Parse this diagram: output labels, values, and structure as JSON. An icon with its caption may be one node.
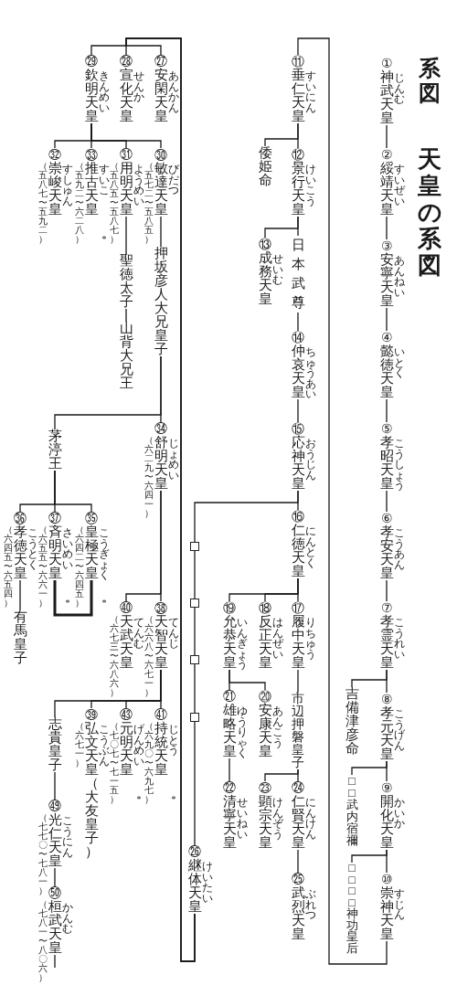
{
  "diagram": {
    "title": "天皇の系図",
    "nodes": [
      {
        "text": [
          "①",
          "神武天皇",
          "じんむ"
        ]
      },
      {
        "text": [
          "②",
          "綏靖天皇",
          "すいぜい"
        ]
      },
      {
        "text": [
          "③",
          "安寧天皇",
          "あんねい"
        ]
      },
      {
        "text": [
          "④",
          "懿徳天皇",
          "いとく"
        ]
      },
      {
        "text": [
          "⑤",
          "孝昭天皇",
          "こうしょう"
        ]
      },
      {
        "text": [
          "⑥",
          "孝安天皇",
          "こうあん"
        ]
      },
      {
        "text": [
          "⑦",
          "孝霊天皇",
          "こうれい"
        ]
      },
      {
        "text": [
          "吉備津彦命"
        ]
      },
      {
        "text": [
          "⑧",
          "孝元天皇",
          "こうげん"
        ]
      },
      {
        "text": [
          "⑨",
          "開化天皇",
          "かいか"
        ]
      },
      {
        "text": [
          "□□武内宿禰"
        ]
      },
      {
        "text": [
          "⑩",
          "崇神天皇",
          "すじん"
        ]
      },
      {
        "text": [
          "□□□□神功皇后"
        ]
      },
      {
        "text": [
          "⑪",
          "垂仁天皇",
          "すいにん"
        ]
      },
      {
        "text": [
          "倭姫命"
        ]
      },
      {
        "text": [
          "⑫",
          "景行天皇",
          "けいこう"
        ]
      },
      {
        "text": [
          "⑬",
          "成務天皇",
          "せいむ"
        ]
      },
      {
        "text": [
          "日本武尊"
        ]
      },
      {
        "text": [
          "⑭",
          "仲哀天皇",
          "ちゅうあい"
        ]
      },
      {
        "text": [
          "⑮",
          "応神天皇",
          "おうじん"
        ]
      },
      {
        "text": [
          "⑯",
          "仁徳天皇",
          "にんとく"
        ]
      },
      {
        "text": [
          "⑰",
          "履中天皇",
          "りちゅう"
        ]
      },
      {
        "text": [
          "⑱",
          "反正天皇",
          "はんぜい"
        ]
      },
      {
        "text": [
          "⑲",
          "允恭天皇",
          "いんぎょう"
        ]
      },
      {
        "text": [
          "市辺押磐皇子"
        ]
      },
      {
        "text": [
          "⑳",
          "安康天皇",
          "あんこう"
        ]
      },
      {
        "text": [
          "㉑",
          "雄略天皇",
          "ゆうりゃく"
        ]
      },
      {
        "text": [
          "㉓",
          "顕宗天皇",
          "けんぞう"
        ]
      },
      {
        "text": [
          "㉔",
          "仁賢天皇",
          "にんけん"
        ]
      },
      {
        "text": [
          "㉒",
          "清寧天皇",
          "せいねい"
        ]
      },
      {
        "text": [
          "㉕",
          "武烈天皇",
          "ぶれつ"
        ]
      },
      {
        "text": [],
        "shape": "box"
      },
      {
        "text": [],
        "shape": "box"
      },
      {
        "text": [],
        "shape": "box"
      },
      {
        "text": [],
        "shape": "box"
      },
      {
        "text": [
          "㉖",
          "継体天皇",
          "けいたい"
        ]
      },
      {
        "text": [
          "㉗",
          "安閑天皇",
          "あんかん"
        ]
      },
      {
        "text": [
          "㉘",
          "宣化天皇",
          "せんか"
        ]
      },
      {
        "text": [
          "㉙",
          "欽明天皇",
          "きんめい"
        ]
      },
      {
        "text": [
          "㉚",
          "敏達天皇",
          "びだつ"
        ],
        "beside": [
          "（五七二〜五八五）"
        ]
      },
      {
        "text": [
          "㉛",
          "用明天皇",
          "ようめい"
        ],
        "beside": [
          "（五八五〜五八七）"
        ]
      },
      {
        "text": [
          "㉝",
          "推古天皇",
          "すいこ"
        ],
        "beside": [
          "（五九二〜六二八）",
          "*"
        ]
      },
      {
        "text": [
          "㉜",
          "崇峻天皇",
          "すしゅん"
        ],
        "beside": [
          "（五八七〜五九二）"
        ]
      },
      {
        "text": [
          "押坂彦人大兄皇子"
        ]
      },
      {
        "text": [
          "聖徳太子"
        ]
      },
      {
        "text": [
          "山背大兄王"
        ]
      },
      {
        "text": [
          "㉞",
          "舒明天皇",
          "じょめい"
        ],
        "beside": [
          "（六二九〜六四一）"
        ]
      },
      {
        "text": [
          "茅渟王"
        ]
      },
      {
        "text": [
          "㉟",
          "皇極天皇",
          "こうぎょく"
        ],
        "beside": [
          "（六四二〜六四五）",
          "*"
        ]
      },
      {
        "text": [
          "㊲",
          "斉明天皇",
          "さいめい"
        ],
        "beside": [
          "（六五五〜六六一）",
          "*"
        ]
      },
      {
        "text": [
          "㊱",
          "孝徳天皇",
          "こうとく"
        ],
        "beside": [
          "（六四五〜六五四）"
        ]
      },
      {
        "text": [
          "有馬皇子"
        ]
      },
      {
        "text": [
          "㊳",
          "天智天皇",
          "てんじ"
        ],
        "beside": [
          "（六六八〜六七一）"
        ]
      },
      {
        "text": [
          "㊵",
          "天武天皇",
          "てんむ"
        ],
        "beside": [
          "（六七三〜六八六）"
        ]
      },
      {
        "text": [
          "㊶",
          "持統天皇",
          "じとう"
        ],
        "beside": [
          "（六九〇〜六九七）",
          "*"
        ]
      },
      {
        "text": [
          "㊸",
          "元明天皇",
          "げんめい"
        ],
        "beside": [
          "（七〇七〜七一五）",
          "*"
        ]
      },
      {
        "text": [
          "㊴",
          "弘文天皇（大友皇子）",
          "こうぶん"
        ],
        "beside": [
          "（六七一）"
        ]
      },
      {
        "text": [
          "志貴皇子"
        ]
      },
      {
        "text": [
          "㊾",
          "光仁天皇",
          "こうにん"
        ],
        "beside": [
          "（七七〇〜七八一）"
        ]
      },
      {
        "text": [
          "㊿",
          "桓武天皇",
          "かんむ"
        ],
        "beside": [
          "（七八一〜八〇六）"
        ]
      }
    ],
    "edges": [
      {
        "from": 0,
        "to": 1,
        "arrow": "none"
      },
      {
        "from": 1,
        "to": 2,
        "arrow": "none"
      },
      {
        "from": 2,
        "to": 3,
        "arrow": "none"
      },
      {
        "from": 3,
        "to": 4,
        "arrow": "none"
      },
      {
        "from": 4,
        "to": 5,
        "arrow": "none"
      },
      {
        "from": 5,
        "to": 6,
        "arrow": "none"
      },
      {
        "from": 6,
        "to": 8,
        "arrow": "none"
      },
      {
        "from": 6,
        "to": 7,
        "arrow": "none"
      },
      {
        "from": 8,
        "to": 9,
        "arrow": "none"
      },
      {
        "from": 8,
        "to": 10,
        "arrow": "none"
      },
      {
        "from": 9,
        "to": 11,
        "arrow": "none"
      },
      {
        "from": 9,
        "to": 12,
        "arrow": "none"
      },
      {
        "from": 11,
        "to": 13,
        "arrow": "none"
      },
      {
        "from": 13,
        "to": 15,
        "arrow": "none"
      },
      {
        "from": 13,
        "to": 14,
        "arrow": "none"
      },
      {
        "from": 15,
        "to": 17,
        "arrow": "none"
      },
      {
        "from": 15,
        "to": 16,
        "arrow": "none"
      },
      {
        "from": 17,
        "to": 18,
        "arrow": "none"
      },
      {
        "from": 18,
        "to": 19,
        "arrow": "none"
      },
      {
        "from": 19,
        "to": 20,
        "arrow": "none"
      },
      {
        "from": 19,
        "to": 31,
        "arrow": "none"
      },
      {
        "from": 31,
        "to": 32,
        "arrow": "none"
      },
      {
        "from": 32,
        "to": 33,
        "arrow": "none"
      },
      {
        "from": 33,
        "to": 34,
        "arrow": "none"
      },
      {
        "from": 34,
        "to": 35,
        "arrow": "none"
      },
      {
        "from": 20,
        "to": 21,
        "arrow": "none"
      },
      {
        "from": 20,
        "to": 22,
        "arrow": "none"
      },
      {
        "from": 20,
        "to": 23,
        "arrow": "none"
      },
      {
        "from": 21,
        "to": 24,
        "arrow": "none"
      },
      {
        "from": 24,
        "to": 28,
        "arrow": "none"
      },
      {
        "from": 24,
        "to": 27,
        "arrow": "none"
      },
      {
        "from": 28,
        "to": 30,
        "arrow": "none"
      },
      {
        "from": 23,
        "to": 26,
        "arrow": "none"
      },
      {
        "from": 23,
        "to": 25,
        "arrow": "none"
      },
      {
        "from": 26,
        "to": 29,
        "arrow": "none"
      },
      {
        "from": 35,
        "to": 36,
        "arrow": "none"
      },
      {
        "from": 35,
        "to": 37,
        "arrow": "none"
      },
      {
        "from": 35,
        "to": 38,
        "arrow": "none"
      },
      {
        "from": 38,
        "to": 39,
        "arrow": "none"
      },
      {
        "from": 38,
        "to": 40,
        "arrow": "none"
      },
      {
        "from": 38,
        "to": 41,
        "arrow": "none"
      },
      {
        "from": 38,
        "to": 42,
        "arrow": "none"
      },
      {
        "from": 39,
        "to": 43,
        "arrow": "none"
      },
      {
        "from": 40,
        "to": 44,
        "arrow": "none"
      },
      {
        "from": 44,
        "to": 45,
        "arrow": "none"
      },
      {
        "from": 43,
        "to": 46,
        "arrow": "none"
      },
      {
        "from": 43,
        "to": 47,
        "arrow": "none"
      },
      {
        "from": 47,
        "to": 48,
        "arrow": "none"
      },
      {
        "from": 47,
        "to": 49,
        "arrow": "none"
      },
      {
        "from": 47,
        "to": 50,
        "arrow": "none"
      },
      {
        "from": 49,
        "to": 48,
        "arrow": "none",
        "style": "thick"
      },
      {
        "from": 50,
        "to": 51,
        "arrow": "none"
      },
      {
        "from": 46,
        "to": 52,
        "arrow": "none"
      },
      {
        "from": 46,
        "to": 53,
        "arrow": "none"
      },
      {
        "from": 52,
        "to": 54,
        "arrow": "none"
      },
      {
        "from": 52,
        "to": 55,
        "arrow": "none"
      },
      {
        "from": 52,
        "to": 56,
        "arrow": "none"
      },
      {
        "from": 52,
        "to": 57,
        "arrow": "none"
      },
      {
        "from": 57,
        "to": 58,
        "arrow": "none"
      },
      {
        "from": 58,
        "to": 59,
        "arrow": "none"
      },
      {
        "from": 59,
        "to": null,
        "arrow": "none"
      }
    ],
    "labels": [
      "系図"
    ]
  }
}
